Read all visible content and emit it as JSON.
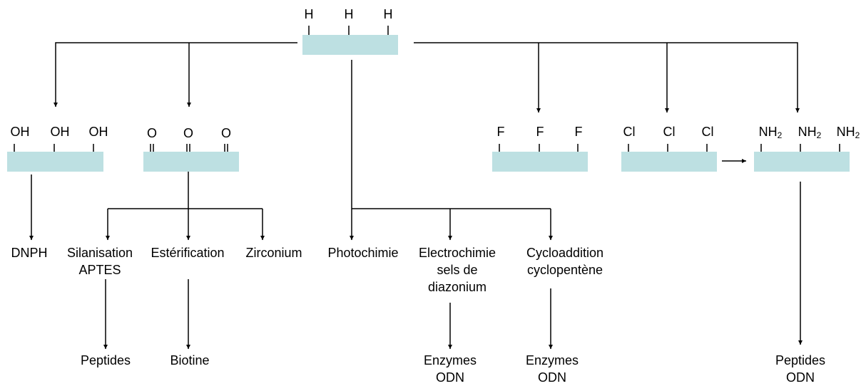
{
  "colors": {
    "surface": "#bde0e2",
    "line": "#000000",
    "text": "#000000"
  },
  "surfaces": {
    "root": {
      "atom": "H"
    },
    "oh": {
      "atom": "OH"
    },
    "o": {
      "atom": "O"
    },
    "f": {
      "atom": "F"
    },
    "cl": {
      "atom": "Cl"
    },
    "nh2": {
      "atom": "NH",
      "sub": "2"
    }
  },
  "methods": {
    "dnph": "DNPH",
    "silanisation": [
      "Silanisation",
      "APTES"
    ],
    "esterification": "Estérification",
    "zirconium": "Zirconium",
    "photochimie": "Photochimie",
    "electrochimie": [
      "Electrochimie",
      "sels de",
      "diazonium"
    ],
    "cycloaddition": [
      "Cycloaddition",
      "cyclopentène"
    ]
  },
  "products": {
    "peptides_left": "Peptides",
    "biotine": "Biotine",
    "enzymes_odn_1": [
      "Enzymes",
      "ODN"
    ],
    "enzymes_odn_2": [
      "Enzymes",
      "ODN"
    ],
    "peptides_odn": [
      "Peptides",
      "ODN"
    ]
  }
}
